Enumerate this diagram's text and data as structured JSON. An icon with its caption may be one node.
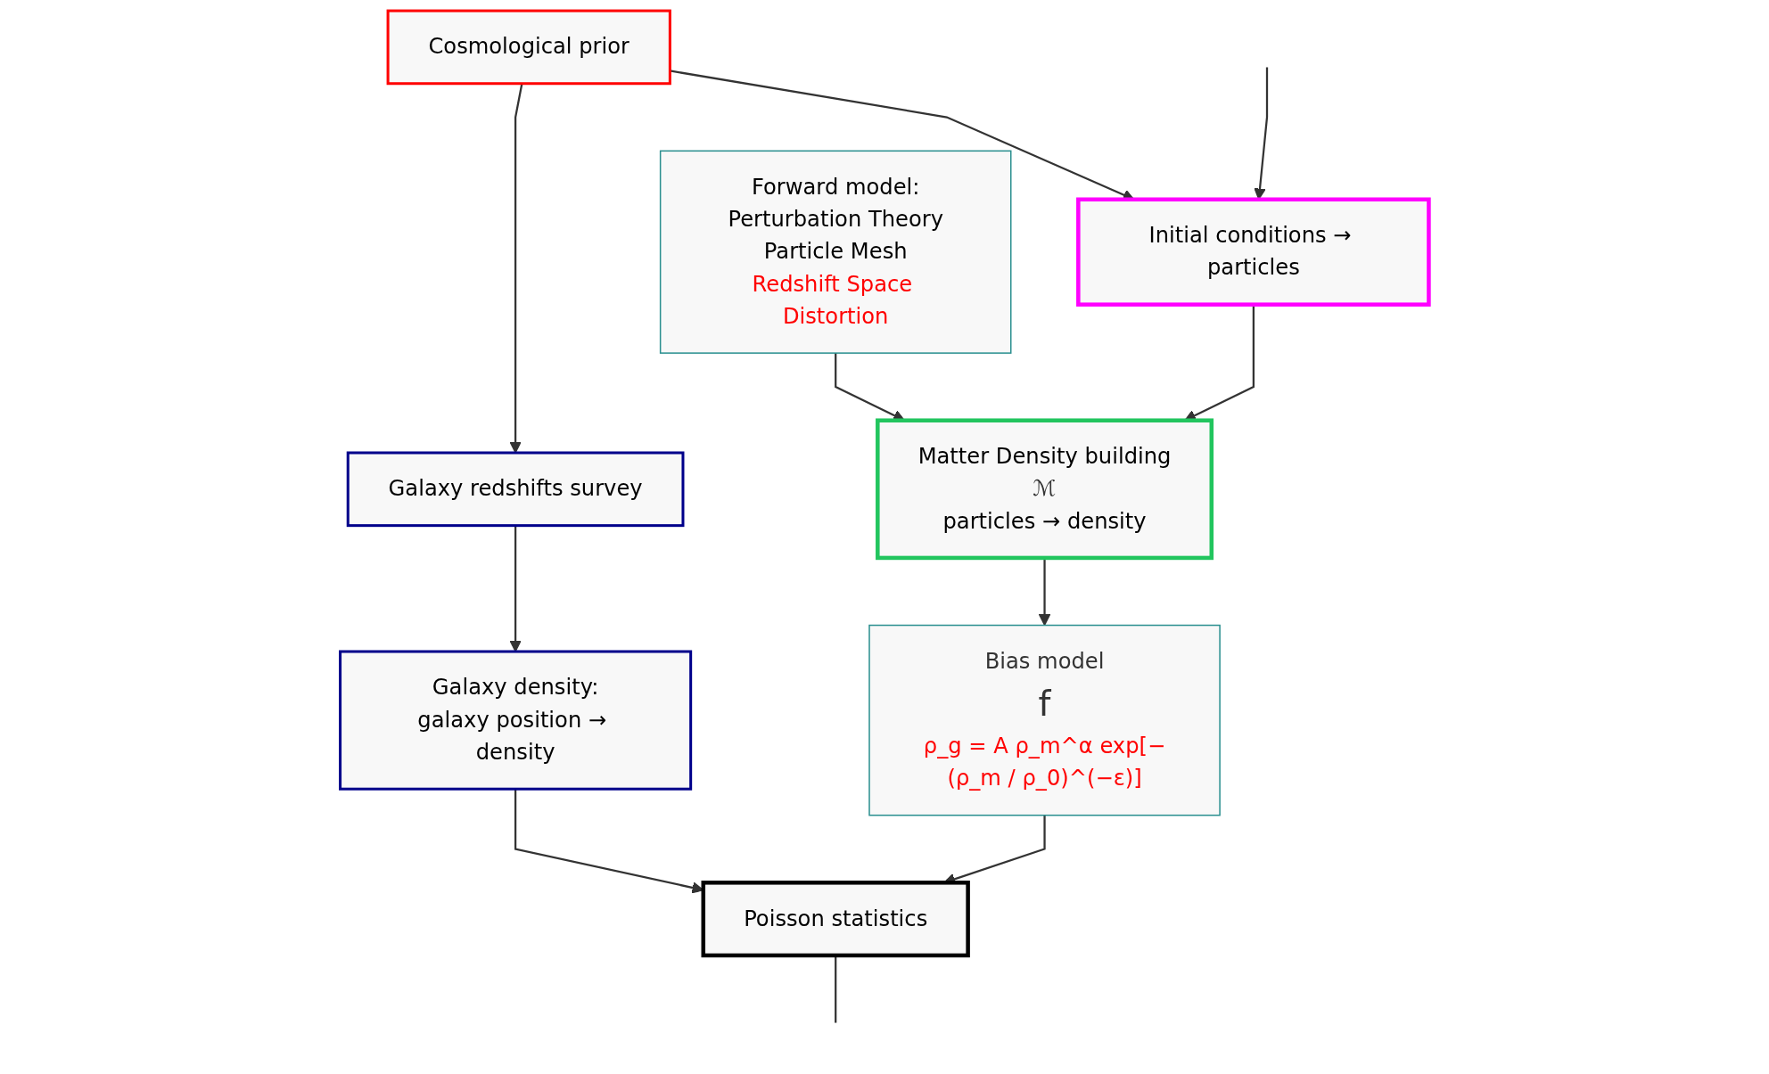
{
  "diagram": {
    "nodes": [
      {
        "text": [
          "Cosmological prior"
        ]
      },
      {
        "text": [
          "Initial conditions → particles"
        ]
      },
      {
        "text": [
          "Forward model:",
          "Perturbation Theory",
          "Particle Mesh",
          "Redshift Space Distortion"
        ]
      },
      {
        "text": [
          "Galaxy redshifts survey"
        ]
      },
      {
        "text": [
          "Matter Density building",
          "ℳ",
          "particles → density"
        ]
      },
      {
        "text": [
          "Galaxy density:",
          "galaxy position → density"
        ]
      },
      {
        "text": [
          "Bias model",
          "f",
          "ρ_g = A ρ_m^α exp[−(ρ_m / ρ_0)^(−ε)]"
        ]
      },
      {
        "text": [
          "Poisson statistics"
        ]
      }
    ],
    "edges": [
      {
        "from": 0,
        "to": 3,
        "arrow": "to"
      },
      {
        "from": 0,
        "to": 1,
        "arrow": "to"
      },
      {
        "from": 1,
        "to": 4,
        "arrow": "to"
      },
      {
        "from": 2,
        "to": 4,
        "arrow": "to"
      },
      {
        "from": 3,
        "to": 5,
        "arrow": "to"
      },
      {
        "from": 4,
        "to": 6,
        "arrow": "to"
      },
      {
        "from": 6,
        "to": 7,
        "arrow": "to"
      },
      {
        "from": 5,
        "to": 7,
        "arrow": "to"
      },
      {
        "from": null,
        "to": 1,
        "arrow": "to"
      },
      {
        "from": 7,
        "to": null,
        "arrow": "none"
      }
    ]
  }
}
